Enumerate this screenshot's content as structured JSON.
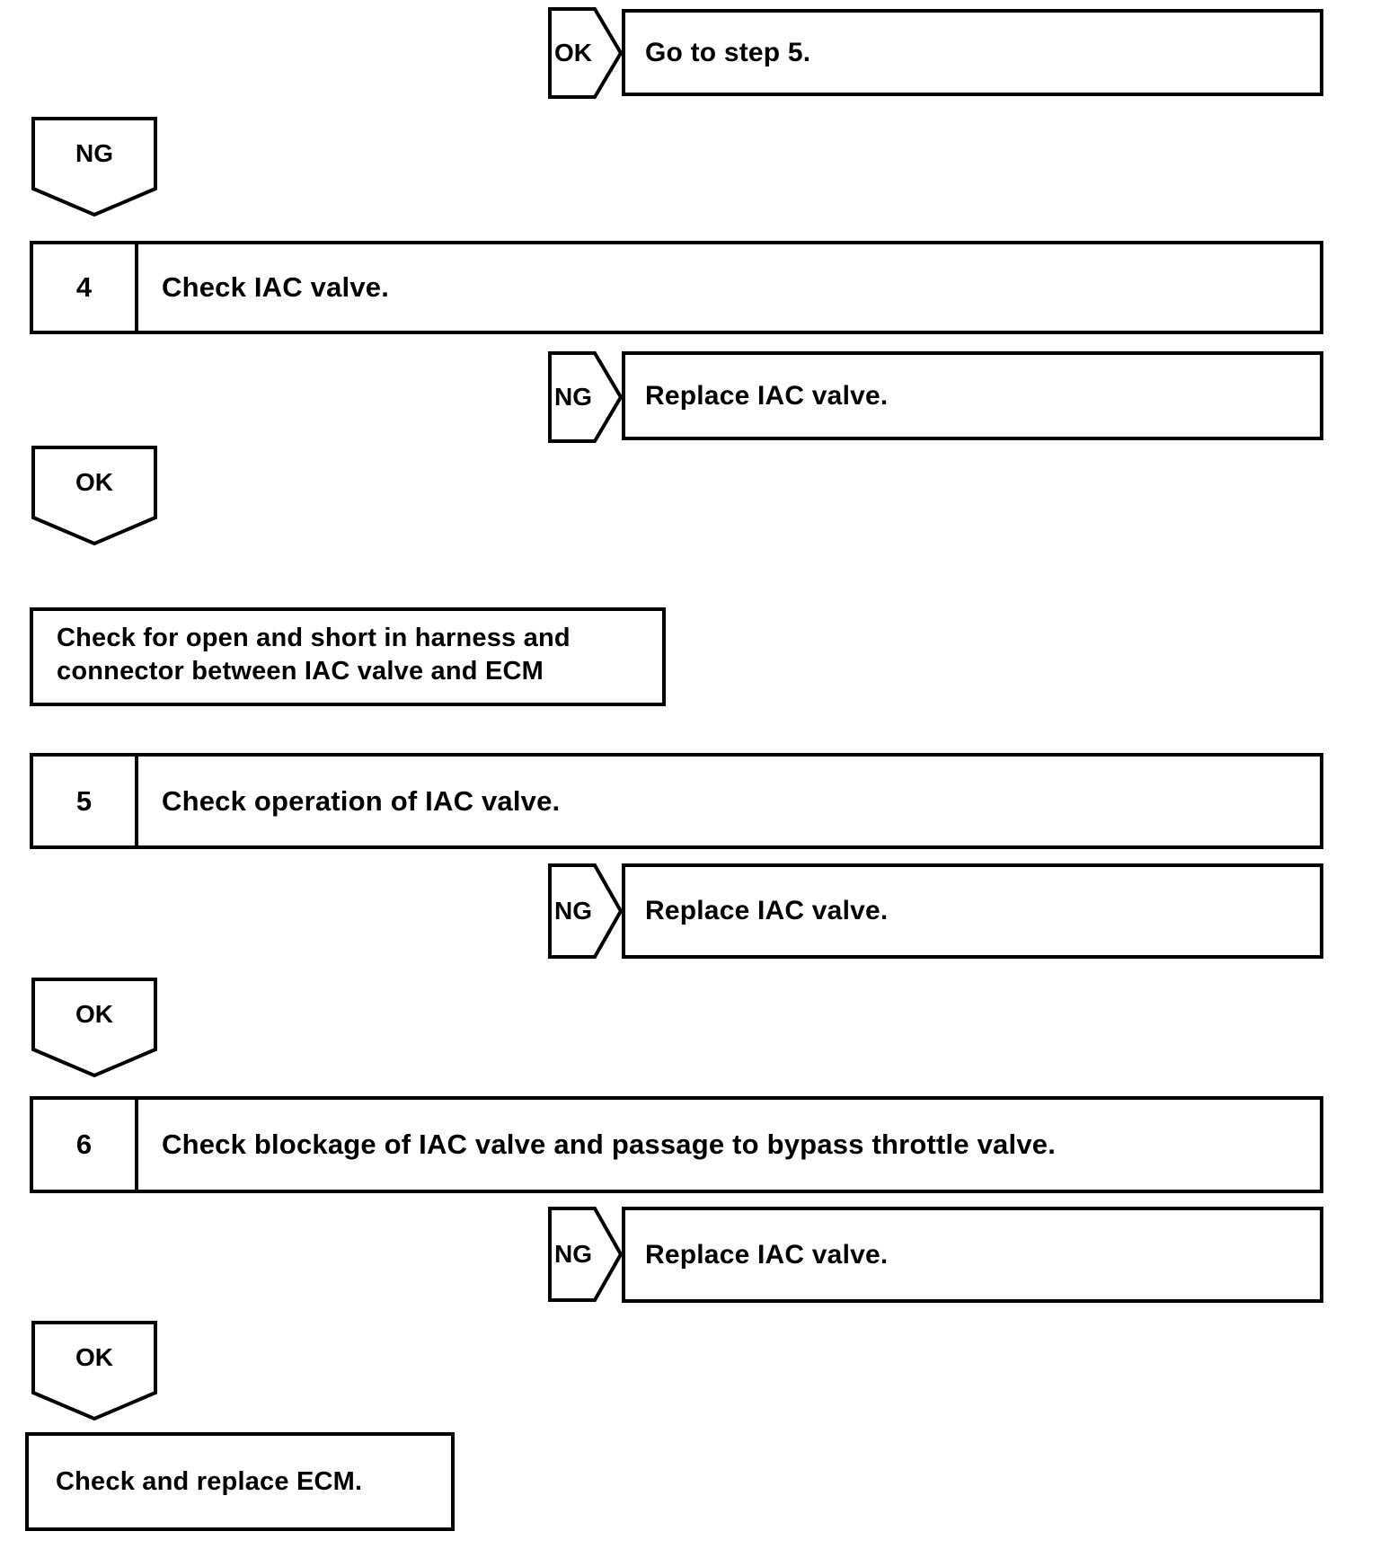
{
  "labels": {
    "ok": "OK",
    "ng": "NG"
  },
  "steps": [
    {
      "number": "4",
      "title": "Check IAC valve."
    },
    {
      "number": "5",
      "title": "Check operation of IAC valve."
    },
    {
      "number": "6",
      "title": "Check blockage of IAC valve and passage to bypass throttle valve."
    }
  ],
  "outcomes": {
    "ok_goto": "Go to step 5.",
    "ng_replace_1": "Replace IAC valve.",
    "ng_replace_2": "Replace IAC valve.",
    "ng_replace_3": "Replace IAC valve."
  },
  "actions": {
    "harness_check_line1": "Check for open and short in harness and",
    "harness_check_line2": "connector between IAC valve and ECM",
    "ecm_check": "Check and replace ECM."
  },
  "colors": {
    "line": "#000000",
    "background": "#ffffff"
  }
}
